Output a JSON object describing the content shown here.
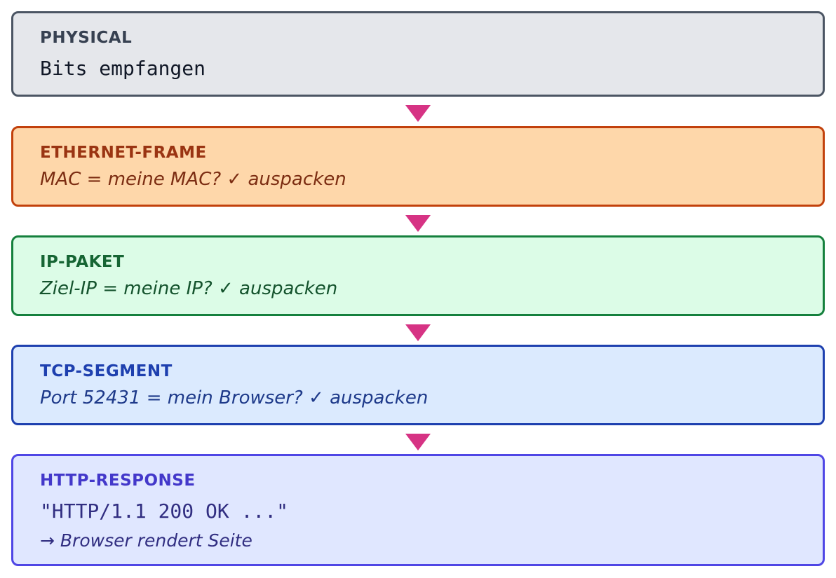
{
  "layers": [
    {
      "title": "PHYSICAL",
      "desc": "Bits empfangen"
    },
    {
      "title": "ETHERNET-FRAME",
      "desc": "MAC = meine MAC? ✓ auspacken"
    },
    {
      "title": "IP-PAKET",
      "desc": "Ziel-IP = meine IP? ✓ auspacken"
    },
    {
      "title": "TCP-SEGMENT",
      "desc": "Port 52431 = mein Browser? ✓ auspacken"
    },
    {
      "title": "HTTP-RESPONSE",
      "desc": "\"HTTP/1.1 200 OK ...\"",
      "note": "→ Browser rendert Seite"
    }
  ],
  "colors": {
    "arrow": "#d63384",
    "physical": "#e5e7eb",
    "ethernet": "#fed7aa",
    "ip": "#dcfce7",
    "tcp": "#dbeafe",
    "http": "#e0e7ff"
  }
}
